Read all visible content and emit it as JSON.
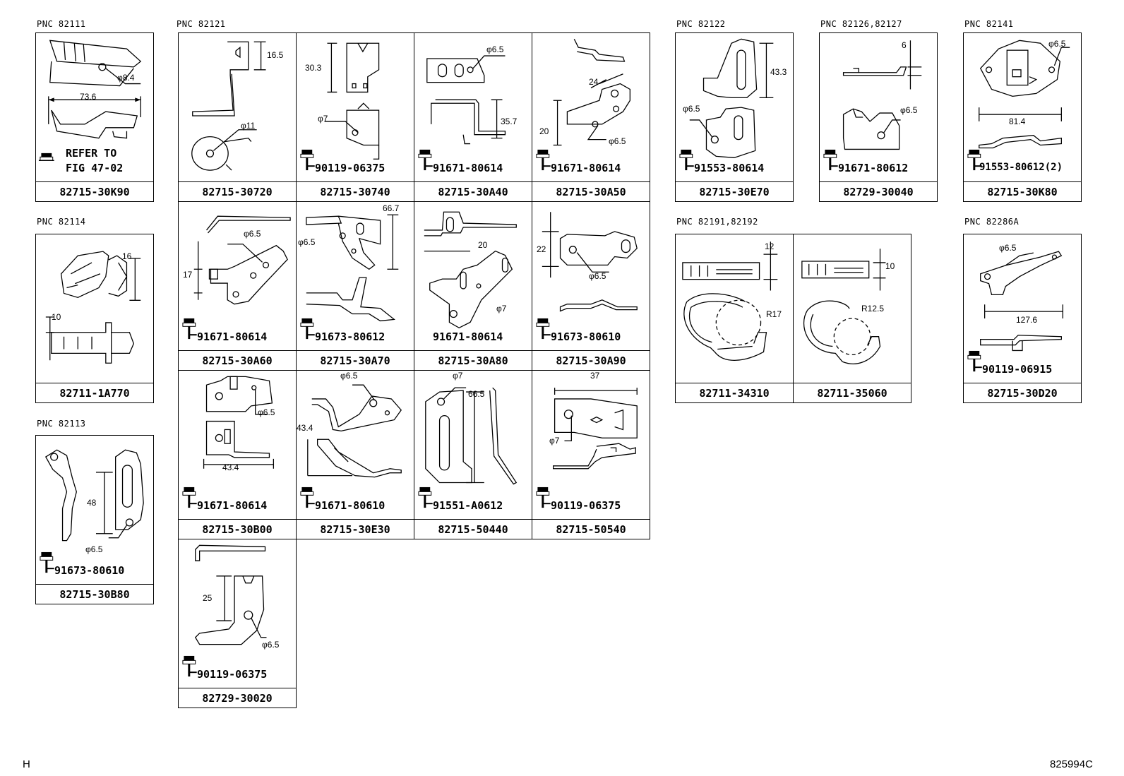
{
  "groups": {
    "g1": "PNC 82111",
    "g2": "PNC 82121",
    "g3": "PNC 82122",
    "g4": "PNC 82126,82127",
    "g5": "PNC 82141",
    "g6": "PNC 82114",
    "g7": "PNC 82191,82192",
    "g8": "PNC 82286A",
    "g9": "PNC 82113"
  },
  "cells": {
    "c82111": {
      "part": "82715-30K90",
      "note1": "REFER TO",
      "note2": "FIG 47-02",
      "d1": "φ8.4",
      "d2": "73.6"
    },
    "c30720": {
      "part": "82715-30720",
      "d1": "16.5",
      "d2": "φ11"
    },
    "c30740": {
      "part": "82715-30740",
      "bolt": "90119-06375",
      "d1": "30.3",
      "d2": "φ7"
    },
    "c30A40": {
      "part": "82715-30A40",
      "bolt": "91671-80614",
      "d1": "φ6.5",
      "d2": "35.7"
    },
    "c30A50": {
      "part": "82715-30A50",
      "bolt": "91671-80614",
      "d1": "24",
      "d2": "20",
      "d3": "φ6.5"
    },
    "c30E70": {
      "part": "82715-30E70",
      "bolt": "91553-80614",
      "d1": "43.3",
      "d2": "φ6.5"
    },
    "c30040": {
      "part": "82729-30040",
      "bolt": "91671-80612",
      "d1": "6",
      "d2": "φ6.5"
    },
    "c30K80": {
      "part": "82715-30K80",
      "bolt": "91553-80612(2)",
      "d1": "φ6.5",
      "d2": "81.4"
    },
    "c1A770": {
      "part": "82711-1A770",
      "d1": "16",
      "d2": "10"
    },
    "c30A60": {
      "part": "82715-30A60",
      "bolt": "91671-80614",
      "d1": "φ6.5",
      "d2": "17"
    },
    "c30A70": {
      "part": "82715-30A70",
      "bolt": "91673-80612",
      "d1": "66.7",
      "d2": "φ6.5"
    },
    "c30A80": {
      "part": "82715-30A80",
      "bolt": "91671-80614",
      "d1": "20",
      "d2": "φ7"
    },
    "c30A90": {
      "part": "82715-30A90",
      "bolt": "91673-80610",
      "d1": "22",
      "d2": "φ6.5"
    },
    "c34310": {
      "part": "82711-34310",
      "d1": "12",
      "d2": "R17"
    },
    "c35060": {
      "part": "82711-35060",
      "d1": "10",
      "d2": "R12.5"
    },
    "c30D20": {
      "part": "82715-30D20",
      "bolt": "90119-06915",
      "d1": "φ6.5",
      "d2": "127.6"
    },
    "c30B80": {
      "part": "82715-30B80",
      "bolt": "91673-80610",
      "d1": "48",
      "d2": "φ6.5"
    },
    "c30B00": {
      "part": "82715-30B00",
      "bolt": "91671-80614",
      "d1": "φ6.5",
      "d2": "43.4"
    },
    "c30E30": {
      "part": "82715-30E30",
      "bolt": "91671-80610",
      "d1": "φ6.5",
      "d2": "43.4"
    },
    "c50440": {
      "part": "82715-50440",
      "bolt": "91551-A0612",
      "d1": "φ7",
      "d2": "66.5"
    },
    "c50540": {
      "part": "82715-50540",
      "bolt": "90119-06375",
      "d1": "37",
      "d2": "φ7"
    },
    "c30020": {
      "part": "82729-30020",
      "bolt": "90119-06375",
      "d1": "25",
      "d2": "φ6.5"
    }
  },
  "footer": {
    "left": "H",
    "right": "825994C"
  }
}
